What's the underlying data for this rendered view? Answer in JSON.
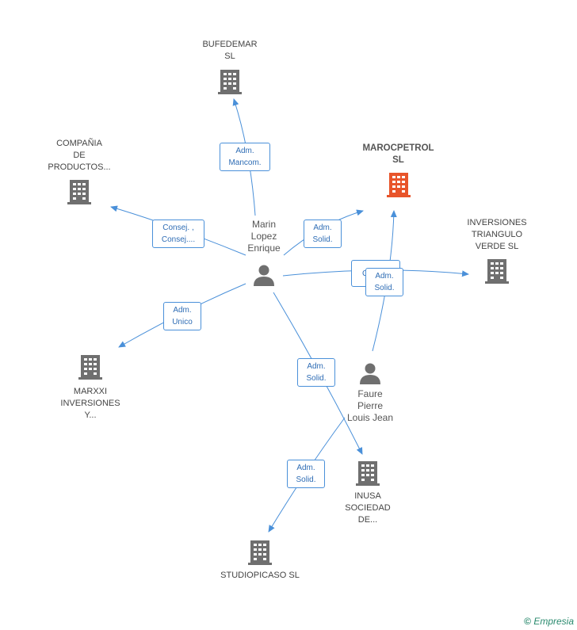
{
  "colors": {
    "edge": "#4a90d9",
    "building": "#6f6f6f",
    "focus_building": "#e8542a",
    "person": "#6f6f6f"
  },
  "nodes": {
    "bufedemar": {
      "label": "BUFEDEMAR\nSL",
      "icon": "building-icon"
    },
    "compania": {
      "label": "COMPAÑIA\nDE\nPRODUCTOS...",
      "icon": "building-icon"
    },
    "marocpetrol": {
      "label": "MAROCPETROL\nSL",
      "icon": "building-icon-highlighted"
    },
    "inversiones_triangulo": {
      "label": "INVERSIONES\nTRIANGULO\nVERDE SL",
      "icon": "building-icon"
    },
    "marin": {
      "label": "Marin\nLopez\nEnrique",
      "icon": "person-icon"
    },
    "faure": {
      "label": "Faure\nPierre\nLouis Jean",
      "icon": "person-icon"
    },
    "marxxi": {
      "label": "MARXXI\nINVERSIONES\nY...",
      "icon": "building-icon"
    },
    "inusa": {
      "label": "INUSA\nSOCIEDAD\nDE...",
      "icon": "building-icon"
    },
    "studiopicaso": {
      "label": "STUDIOPICASO SL",
      "icon": "building-icon"
    }
  },
  "edge_labels": {
    "marin_bufedemar": "Adm.\nMancom.",
    "marin_compania": "Consej. ,\nConsej....",
    "marin_marocpetrol": "Adm.\nSolid.",
    "marin_triangulo": "Consej.",
    "faure_marocpetrol": "Adm.\nSolid.",
    "marin_marxxi": "Adm.\nUnico",
    "marin_inusa": "Adm.\nSolid.",
    "faure_studiopicaso": "Adm.\nSolid."
  },
  "brand": {
    "copyright": "©",
    "name": "Empresia"
  }
}
